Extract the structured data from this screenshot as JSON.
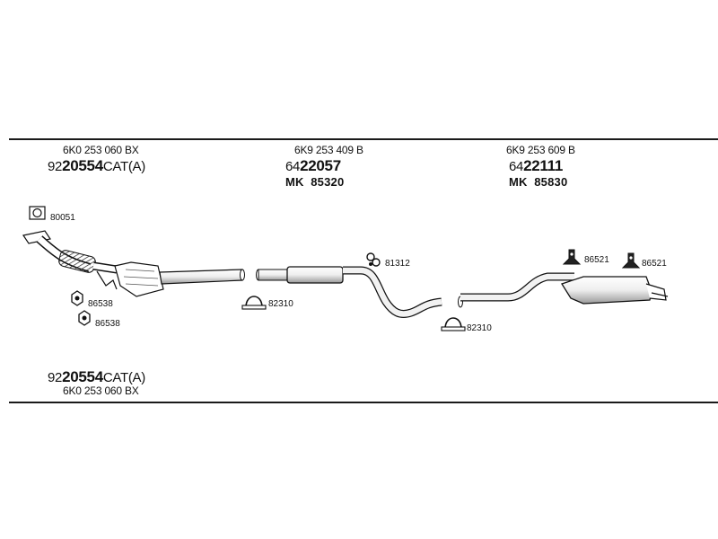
{
  "top": {
    "left": {
      "oe": "6K0 253 060 BX",
      "prefix": "92",
      "code": "20554",
      "suffix": "CAT(A)"
    },
    "middle": {
      "oe": "6K9 253 409 B",
      "prefix": "64",
      "code": "22057",
      "mk": "MK  85320"
    },
    "right": {
      "oe": "6K9 253 609 B",
      "prefix": "64",
      "code": "22111",
      "mk": "MK  85830"
    }
  },
  "bottom": {
    "prefix": "92",
    "code": "20554",
    "suffix": "CAT(A)",
    "oe": "6K0 253 060 BX"
  },
  "parts": {
    "gasket_front": "80051",
    "nut_a": "86538",
    "nut_b": "86538",
    "clamp_front": "82310",
    "hanger_mid": "81312",
    "clamp_rear": "82310",
    "mount_a": "86521",
    "mount_b": "86521"
  },
  "icons": [
    "gasket-icon",
    "nut-icon",
    "clamp-icon",
    "hanger-icon",
    "rubber-mount-icon"
  ]
}
